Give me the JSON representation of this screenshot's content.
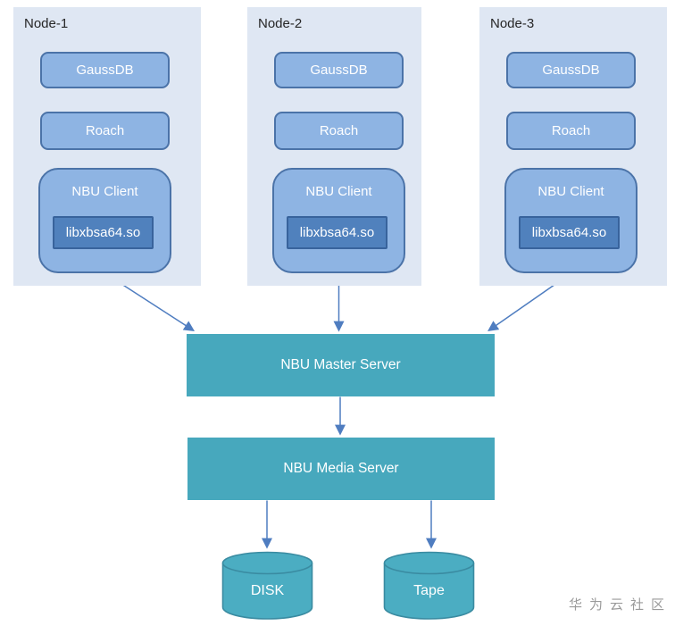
{
  "diagram": {
    "nodes": [
      {
        "title": "Node-1",
        "gaussdb": "GaussDB",
        "roach": "Roach",
        "nbu_client": "NBU Client",
        "lib": "libxbsa64.so"
      },
      {
        "title": "Node-2",
        "gaussdb": "GaussDB",
        "roach": "Roach",
        "nbu_client": "NBU Client",
        "lib": "libxbsa64.so"
      },
      {
        "title": "Node-3",
        "gaussdb": "GaussDB",
        "roach": "Roach",
        "nbu_client": "NBU Client",
        "lib": "libxbsa64.so"
      }
    ],
    "master_server": "NBU Master Server",
    "media_server": "NBU Media Server",
    "storage": [
      {
        "label": "DISK"
      },
      {
        "label": "Tape"
      }
    ],
    "watermark": "华为云社区",
    "colors": {
      "panel_bg": "#dfe7f3",
      "box_fill": "#8eb4e3",
      "box_border": "#4b73a8",
      "lib_fill": "#5081bd",
      "lib_border": "#38639c",
      "bar_fill": "#47a8bd",
      "cylinder_fill": "#4badc2",
      "cylinder_border": "#3a8ba1",
      "arrow": "#4f7dc0",
      "connector": "#7e99c6",
      "title_color": "#262626",
      "watermark_color": "#9a9a9a",
      "text_on_fill": "#ffffff"
    }
  }
}
